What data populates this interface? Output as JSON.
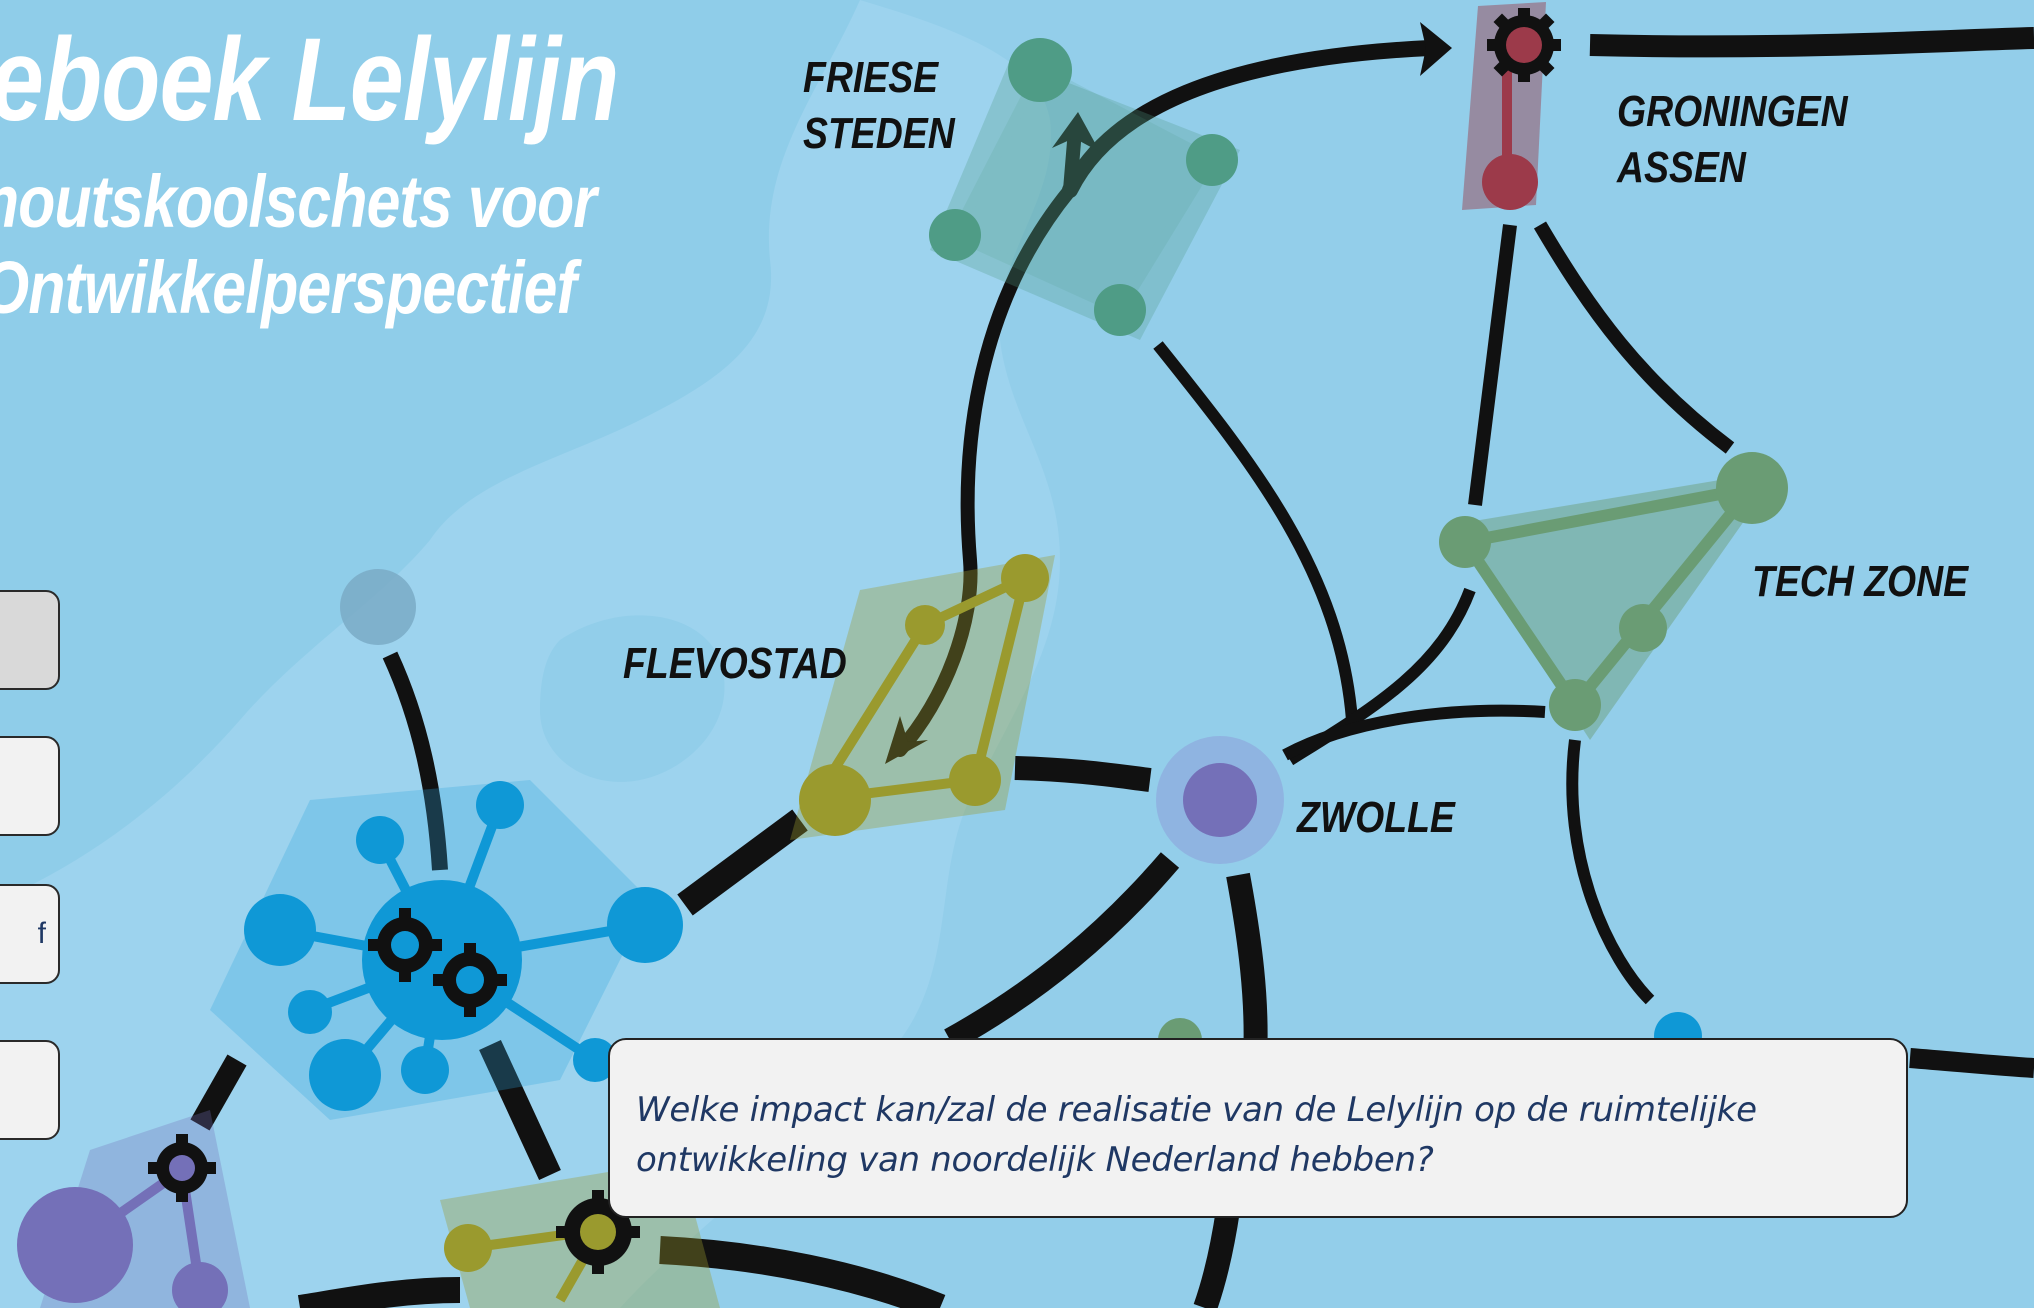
{
  "title": {
    "main": "eboek Lelylijn",
    "sub_line1": "houtskoolschets voor",
    "sub_line2": "Ontwikkelperspectief"
  },
  "regions": {
    "friese_steden": [
      "FRIESE",
      "STEDEN"
    ],
    "groningen_assen": [
      "GRONINGEN",
      "ASSEN"
    ],
    "tech_zone": "TECH ZONE",
    "flevostad": "FLEVOSTAD",
    "zwolle": "ZWOLLE"
  },
  "side_buttons": [
    {
      "label": "",
      "state": "grey"
    },
    {
      "label": "",
      "state": "default"
    },
    {
      "label": "f",
      "state": "default"
    },
    {
      "label": "",
      "state": "default"
    }
  ],
  "question": "Welke impact kan/zal de realisatie van de Lelylijn op de ruimtelijke ontwikkeling van noordelijk Nederland hebben?",
  "colors": {
    "water": "#9dd3ee",
    "land": "#8ccbe6",
    "friese": "#4f9c86",
    "groningen": "#9c3a4a",
    "tech": "#6a9c74",
    "flevo": "#9a9a2e",
    "zwolle": "#7470b8",
    "randstad": "#0f98d6",
    "lines": "#111111"
  }
}
